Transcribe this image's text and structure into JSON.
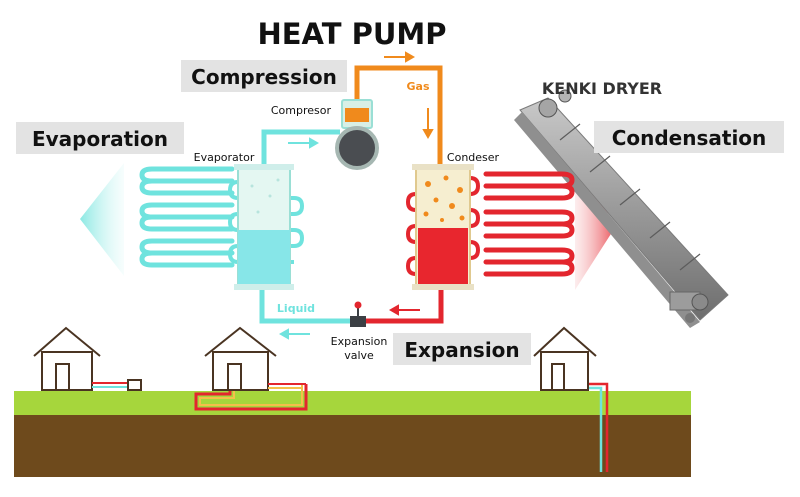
{
  "title": "HEAT PUMP",
  "product_label": "KENKI DRYER",
  "stages": {
    "compression": "Compression",
    "evaporation": "Evaporation",
    "condensation": "Condensation",
    "expansion": "Expansion"
  },
  "components": {
    "compressor": "Compresor",
    "evaporator": "Evaporator",
    "condenser": "Condeser",
    "expansion_valve_line1": "Expansion",
    "expansion_valve_line2": "valve"
  },
  "flow_labels": {
    "gas": "Gas",
    "liquid": "Liquid"
  },
  "colors": {
    "cold": "#6fe3de",
    "hot": "#e3262e",
    "gas": "#f08a1c",
    "grass": "#a6d63c",
    "soil": "#6e4a1c",
    "label_bg": "#e3e3e3"
  }
}
